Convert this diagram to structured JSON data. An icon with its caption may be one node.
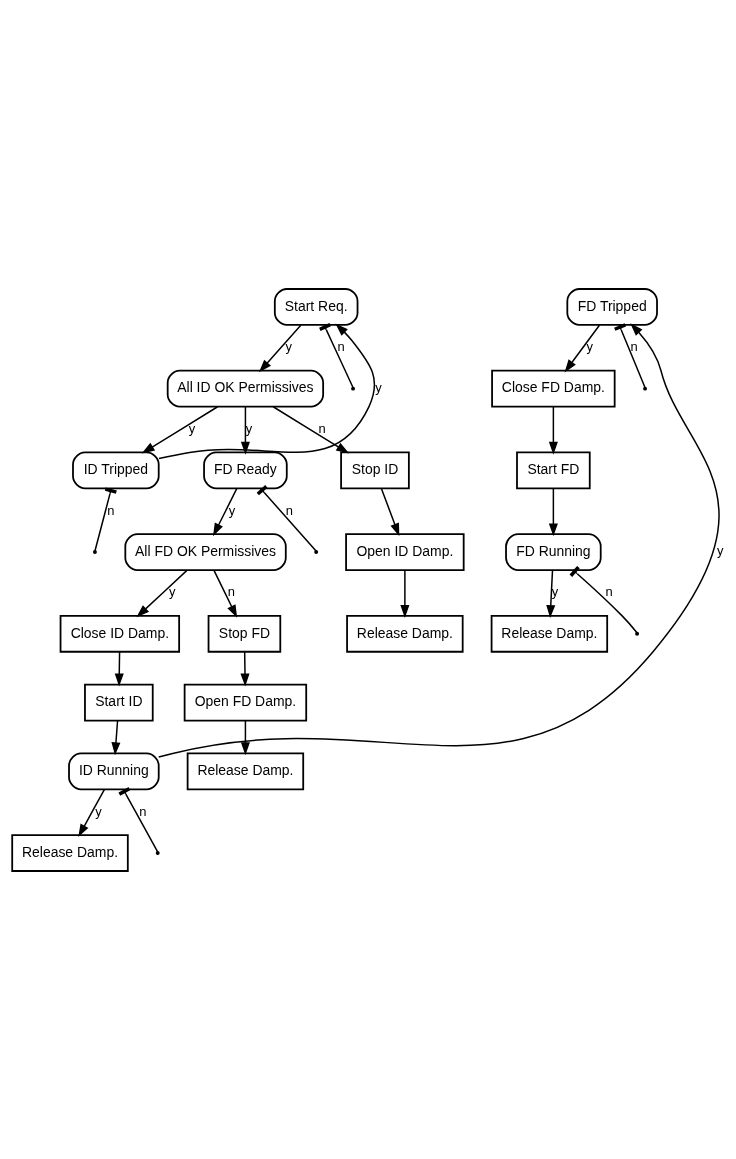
{
  "diagram": {
    "nodes": [
      {
        "text": [
          "Start Req."
        ]
      },
      {
        "text": [
          "All ID OK Permissives"
        ]
      },
      {
        "text": [
          "ID Tripped"
        ]
      },
      {
        "text": [
          "FD Ready"
        ]
      },
      {
        "text": [
          "All FD OK Permissives"
        ]
      },
      {
        "text": [
          "FD Tripped"
        ]
      },
      {
        "text": [
          "Close FD Damp."
        ]
      },
      {
        "text": [
          "Close ID Damp."
        ]
      },
      {
        "text": [
          "Stop FD"
        ]
      },
      {
        "text": [
          "Start FD"
        ]
      },
      {
        "text": [
          "Start ID"
        ]
      },
      {
        "text": [
          "Stop ID"
        ]
      },
      {
        "text": [
          "Open FD Damp."
        ]
      },
      {
        "text": [
          "FD Running"
        ]
      },
      {
        "text": [
          "ID Running"
        ]
      },
      {
        "text": [
          "Open ID Damp."
        ]
      },
      {
        "text": [
          "Release Damp."
        ]
      },
      {
        "text": [
          "Release Damp."
        ]
      },
      {
        "text": [
          "Release Damp."
        ]
      },
      {
        "text": [
          "Release Damp."
        ]
      }
    ],
    "edges": [
      {
        "from": 0,
        "to": 1,
        "arrow": "to",
        "label": "y"
      },
      {
        "from": 0,
        "to": null,
        "arrow": "other",
        "label": "n"
      },
      {
        "from": 1,
        "to": 11,
        "arrow": "to",
        "label": "n"
      },
      {
        "from": 1,
        "to": 2,
        "arrow": "to",
        "label": "y"
      },
      {
        "from": 1,
        "to": 3,
        "arrow": "to",
        "label": "y"
      },
      {
        "from": 2,
        "to": 0,
        "arrow": "to",
        "label": "y"
      },
      {
        "from": 2,
        "to": null,
        "arrow": "other",
        "label": "n"
      },
      {
        "from": 3,
        "to": 4,
        "arrow": "to",
        "label": "y"
      },
      {
        "from": 3,
        "to": null,
        "arrow": "other",
        "label": "n"
      },
      {
        "from": 4,
        "to": 8,
        "arrow": "to",
        "label": "n"
      },
      {
        "from": 4,
        "to": 7,
        "arrow": "to",
        "label": "y"
      },
      {
        "from": 5,
        "to": 6,
        "arrow": "to",
        "label": "y"
      },
      {
        "from": 5,
        "to": null,
        "arrow": "other",
        "label": "n"
      },
      {
        "from": 6,
        "to": 9,
        "arrow": "to"
      },
      {
        "from": 9,
        "to": 13,
        "arrow": "to"
      },
      {
        "from": 13,
        "to": 17,
        "arrow": "to",
        "label": "y"
      },
      {
        "from": 13,
        "to": null,
        "arrow": "other",
        "label": "n"
      },
      {
        "from": 7,
        "to": 10,
        "arrow": "to"
      },
      {
        "from": 10,
        "to": 14,
        "arrow": "to"
      },
      {
        "from": 14,
        "to": 18,
        "arrow": "to",
        "label": "y"
      },
      {
        "from": 14,
        "to": 5,
        "arrow": "to",
        "label": "y"
      },
      {
        "from": 14,
        "to": null,
        "arrow": "other",
        "label": "n"
      },
      {
        "from": 8,
        "to": 12,
        "arrow": "to"
      },
      {
        "from": 12,
        "to": 16,
        "arrow": "to"
      },
      {
        "from": 11,
        "to": 15,
        "arrow": "to"
      },
      {
        "from": 15,
        "to": 19,
        "arrow": "to"
      }
    ]
  }
}
